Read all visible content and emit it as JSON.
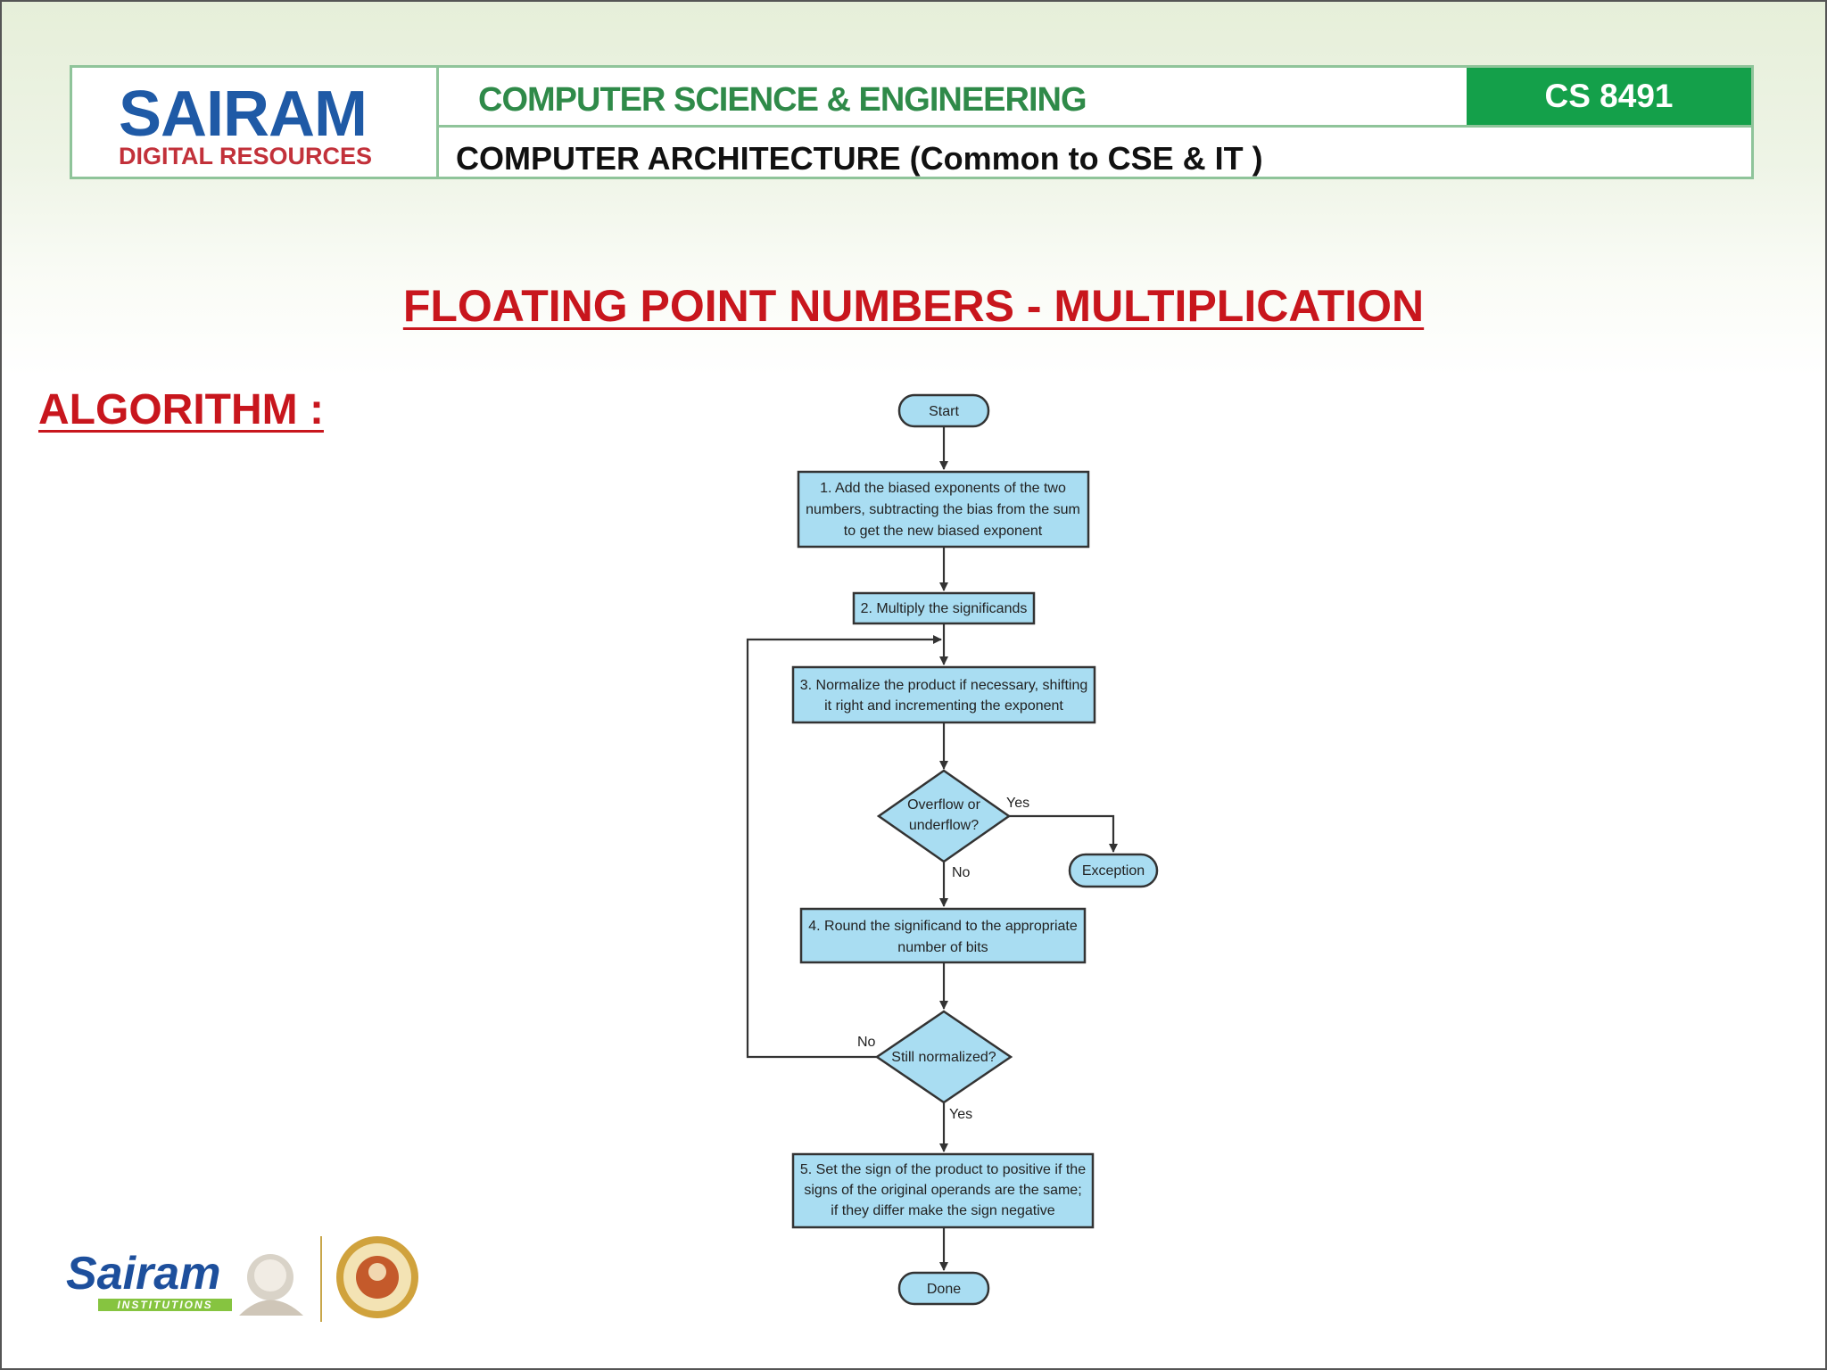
{
  "header": {
    "logo_main": "SAIRAM",
    "logo_sub": "DIGITAL RESOURCES",
    "department": "COMPUTER SCIENCE & ENGINEERING",
    "course": "COMPUTER ARCHITECTURE  (Common to CSE & IT )",
    "course_code": "CS 8491"
  },
  "slide": {
    "title": "FLOATING POINT NUMBERS - MULTIPLICATION",
    "section": "ALGORITHM :"
  },
  "flowchart": {
    "start": "Start",
    "step1": [
      "1.  Add the biased exponents of the two",
      "numbers, subtracting the bias from the sum",
      "to get the new biased exponent"
    ],
    "step2": "2. Multiply the significands",
    "step3": [
      "3. Normalize the product if necessary, shifting",
      "it right and incrementing the exponent"
    ],
    "decision1": [
      "Overflow or",
      "underflow?"
    ],
    "yes1": "Yes",
    "no1": "No",
    "exception": "Exception",
    "step4": [
      "4. Round the significand to the appropriate",
      "number of bits"
    ],
    "decision2": "Still normalized?",
    "no2": "No",
    "yes2": "Yes",
    "step5": [
      "5. Set the sign of the product to positive if the",
      "signs of the original operands are the same;",
      "if they differ make the sign negative"
    ],
    "done": "Done"
  },
  "footer": {
    "logo_text": "Sairam",
    "logo_sub": "INSTITUTIONS"
  },
  "colors": {
    "title_red": "#c8161d",
    "box_fill": "#a9ddf2",
    "code_green": "#14a04a",
    "brand_blue": "#1f5aa6"
  }
}
